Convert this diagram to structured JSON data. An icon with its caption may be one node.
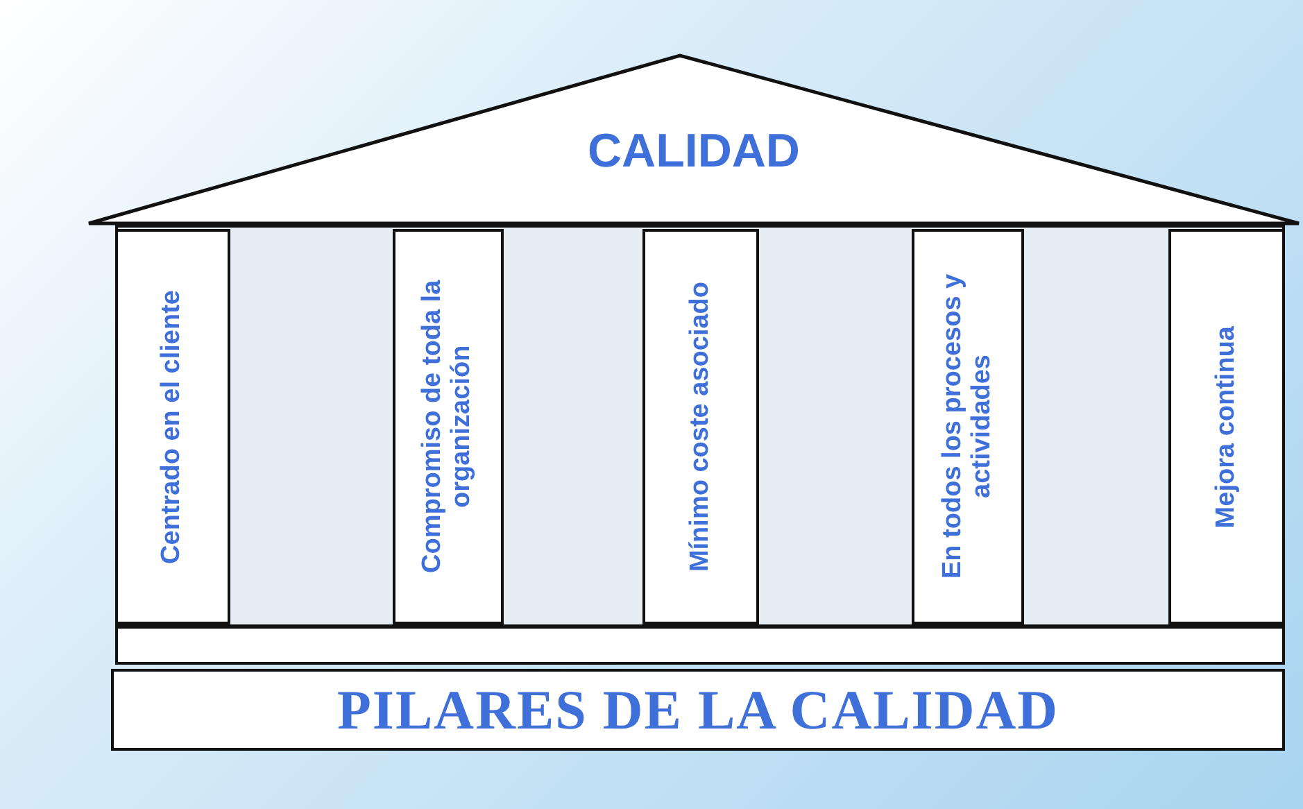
{
  "diagram": {
    "nodes": [
      {
        "text": [
          "CALIDAD"
        ]
      },
      {
        "text": [
          "Centrado en el cliente"
        ]
      },
      {
        "text": [
          "Compromiso de toda la organización"
        ]
      },
      {
        "text": [
          "Mínimo coste asociado"
        ]
      },
      {
        "text": [
          "En todos los procesos y actividades"
        ]
      },
      {
        "text": [
          "Mejora continua"
        ]
      },
      {
        "text": [],
        "shape": "bar"
      },
      {
        "text": [
          "PILARES DE LA CALIDAD"
        ]
      }
    ],
    "edges": []
  }
}
